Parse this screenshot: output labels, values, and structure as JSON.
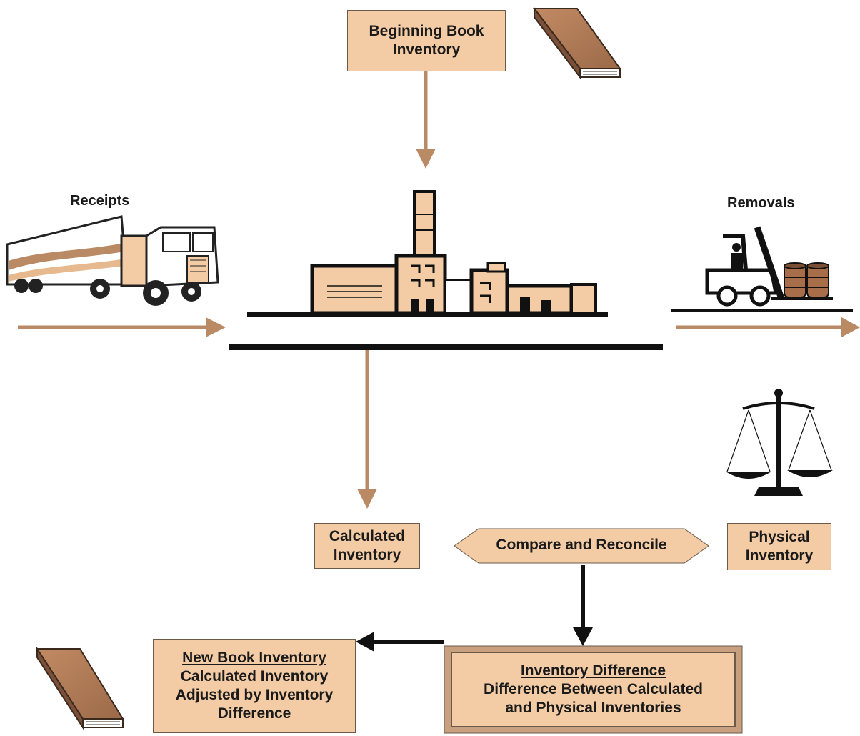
{
  "nodes": {
    "beginning_book": {
      "line1": "Beginning Book",
      "line2": "Inventory"
    },
    "receipts": "Receipts",
    "removals": "Removals",
    "calculated": {
      "line1": "Calculated",
      "line2": "Inventory"
    },
    "compare": "Compare and Reconcile",
    "physical": {
      "line1": "Physical",
      "line2": "Inventory"
    },
    "new_book": {
      "title": "New Book Inventory",
      "line1": "Calculated Inventory",
      "line2": "Adjusted by Inventory",
      "line3": "Difference"
    },
    "difference": {
      "title": "Inventory Difference",
      "line1": "Difference Between Calculated",
      "line2": "and Physical Inventories"
    }
  },
  "icons": [
    "book-icon",
    "truck-icon",
    "factory-icon",
    "forklift-icon",
    "scale-icon"
  ],
  "colors": {
    "box_fill": "#f3cca6",
    "arrow_brown": "#b98a64",
    "arrow_black": "#111111",
    "book_brown": "#b07a56"
  }
}
